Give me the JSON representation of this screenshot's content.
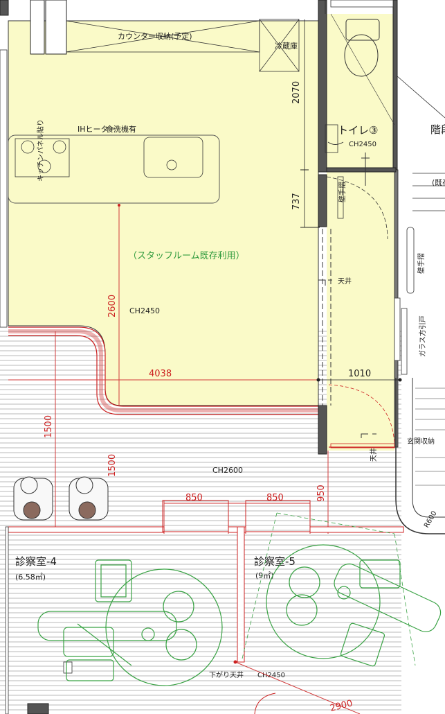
{
  "labels": {
    "counter_storage": "カウンター収納(予定)",
    "fridge": "冷蔵庫",
    "ih_heater": "IHヒーター",
    "dishwasher": "食洗機有",
    "kitchen_panel": "キッチンパネル貼り",
    "staff_room": "（スタッフルーム既存利用）",
    "ch_staff": "CH2450",
    "ch_toilet": "CH2450",
    "ch_corridor": "CH2600",
    "ch_lowered": "CH2450",
    "lowered_ceiling": "下がり天井",
    "toilet": "トイレ③",
    "stairs": "階段",
    "stair_existing": "(既存",
    "wall_handrail_1": "壁手摺",
    "wall_handrail_2": "壁手摺",
    "glass_door": "ガラス方引戸",
    "entrance_storage": "玄関収納",
    "ceiling_1": "天井",
    "ceiling_2": "天井",
    "room4_name": "診察室-4",
    "room4_area": "(6.58㎡)",
    "room5_name": "診察室-5",
    "room5_area": "(9㎡)",
    "radius": "R600"
  },
  "dimensions": {
    "d2070": "2070",
    "d737": "737",
    "d2600": "2600",
    "d4038": "4038",
    "d1010": "1010",
    "d1500a": "1500",
    "d1500b": "1500",
    "d850a": "850",
    "d850b": "850",
    "d950": "950",
    "d2900": "2900"
  },
  "colors": {
    "staff_fill": "#fafac8",
    "dimension": "#cc2020",
    "equipment": "#2e9a3c",
    "wall": "#555555"
  }
}
